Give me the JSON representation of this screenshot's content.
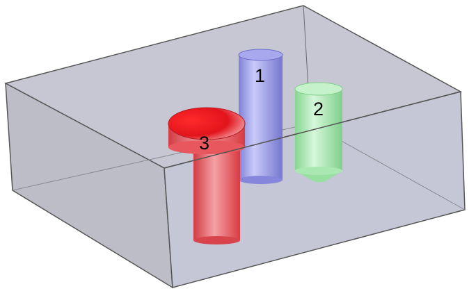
{
  "holes": [
    {
      "label": "1",
      "color": "#8f90e8",
      "shape": "through-cylinder"
    },
    {
      "label": "2",
      "color": "#9fe6a8",
      "shape": "blind-drilled-cone-tip"
    },
    {
      "label": "3",
      "color": "#e8474d",
      "shape": "counterbored"
    }
  ],
  "block": {
    "color": "#c7c8d6",
    "transparency": "see-through"
  }
}
